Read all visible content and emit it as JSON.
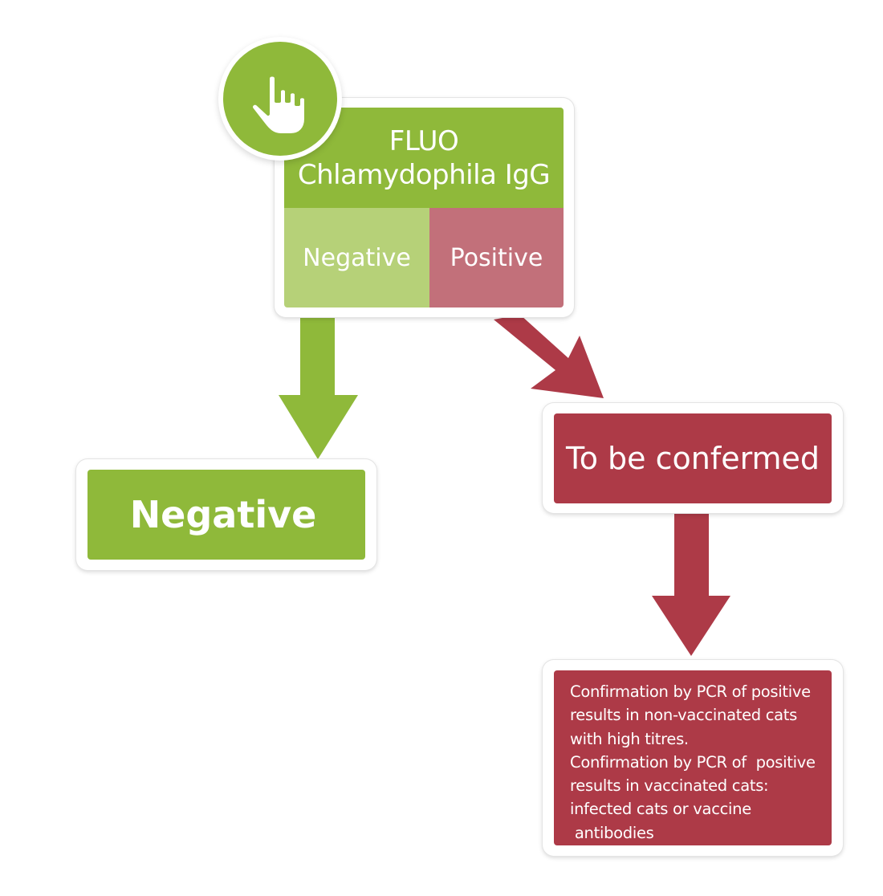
{
  "colors": {
    "green": "#8fb93a",
    "light_green": "#b6d178",
    "red": "#ad3a47",
    "pink": "#c2707a"
  },
  "test": {
    "icon": "pointing-hand-icon",
    "title_line1": "FLUO",
    "title_line2": "Chlamydophila IgG",
    "negative_label": "Negative",
    "positive_label": "Positive"
  },
  "results": {
    "negative": "Negative",
    "to_be_confirmed": "To be confermed",
    "confirmation_lines": [
      "Confirmation by PCR of positive",
      "results in non-vaccinated cats",
      "with high titres.",
      "Confirmation by PCR of  positive",
      "results in vaccinated cats:",
      "infected cats or vaccine",
      " antibodies"
    ]
  }
}
